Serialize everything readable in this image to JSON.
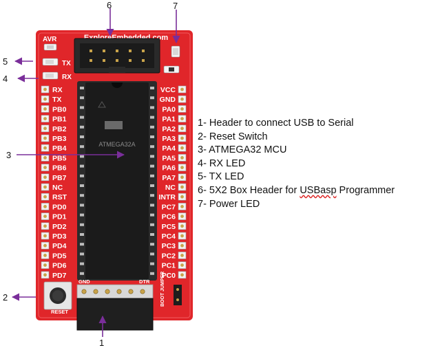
{
  "board": {
    "brand_text": "ExploreEmbedded.com",
    "avr_label": "AVR",
    "tx_label": "TX",
    "rx_label": "RX",
    "chip_text": "ATMEGA32A",
    "gnd_label": "GND",
    "dtr_label": "DTR",
    "boot_jumper_label": "BOOT JUMPER",
    "reset_label": "RESET",
    "left_pins": [
      "RX",
      "TX",
      "PB0",
      "PB1",
      "PB2",
      "PB3",
      "PB4",
      "PB5",
      "PB6",
      "PB7",
      "NC",
      "RST",
      "PD0",
      "PD1",
      "PD2",
      "PD3",
      "PD4",
      "PD5",
      "PD6",
      "PD7"
    ],
    "right_pins": [
      "VCC",
      "GND",
      "PA0",
      "PA1",
      "PA2",
      "PA3",
      "PA4",
      "PA5",
      "PA6",
      "PA7",
      "NC",
      "INTR",
      "PC7",
      "PC6",
      "PC5",
      "PC4",
      "PC3",
      "PC2",
      "PC1",
      "PC0"
    ]
  },
  "callouts": {
    "c1": "1",
    "c2": "2",
    "c3": "3",
    "c4": "4",
    "c5": "5",
    "c6": "6",
    "c7": "7"
  },
  "legend": {
    "items": [
      "1- Header to connect USB to Serial",
      "2- Reset Switch",
      "3- ATMEGA32 MCU",
      "4- RX LED",
      "5- TX LED",
      "6- 5X2 Box Header for USBasp Programmer",
      "7- Power LED"
    ]
  },
  "colors": {
    "board_red": "#e0262a",
    "arrow_purple": "#7a2e9a",
    "chip_black": "#1b1b1b"
  }
}
